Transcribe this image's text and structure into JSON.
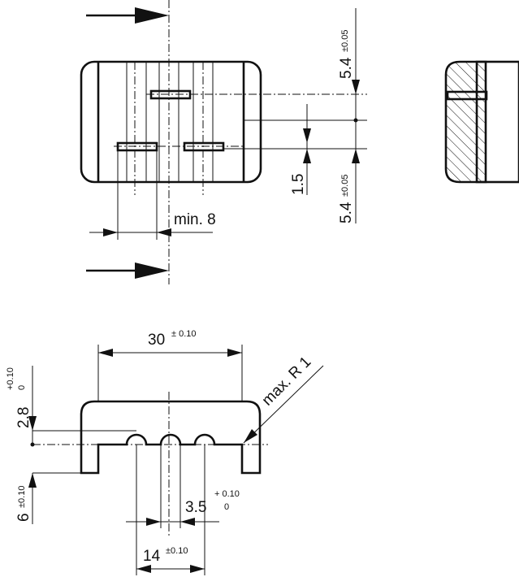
{
  "labels": {
    "min8": "min. 8",
    "dim_5_4_top": "5.4",
    "tol_5_4_top": "±0.05",
    "dim_1_5": "1.5",
    "dim_5_4_bottom": "5.4",
    "tol_5_4_bottom": "±0.05",
    "dim_30": "30",
    "tol_30": "± 0.10",
    "max_r1": "max. R 1",
    "dim_2_8": "2.8",
    "tol_2_8_upper": "+0.10",
    "tol_2_8_lower": "0",
    "dim_6": "6",
    "tol_6": "±0.10",
    "dim_3_5": "3.5",
    "tol_3_5_upper": "+ 0.10",
    "tol_3_5_lower": "0",
    "dim_14": "14",
    "tol_14": "±0.10"
  },
  "colors": {
    "line": "#111111",
    "background": "#ffffff"
  }
}
